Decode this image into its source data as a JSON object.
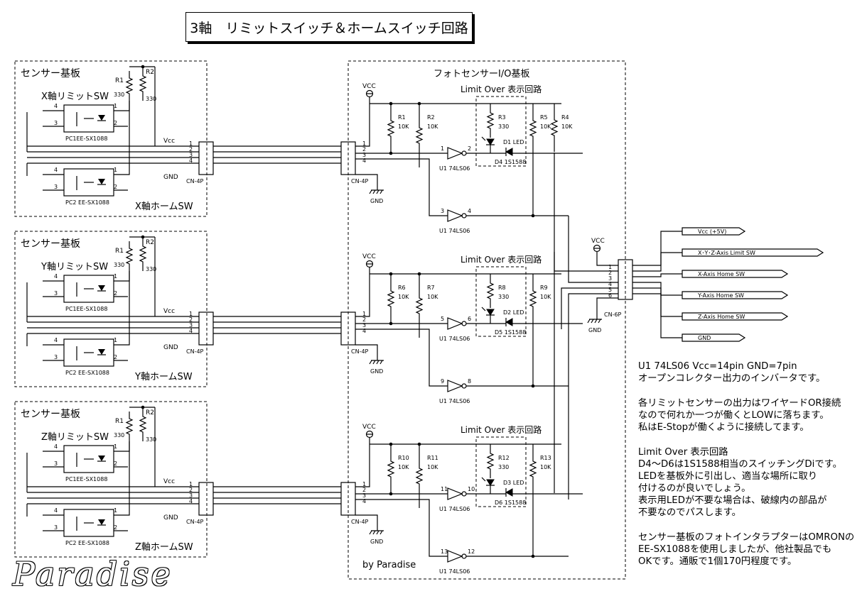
{
  "title": "3軸　リミットスイッチ＆ホームスイッチ回路",
  "sensor_board": {
    "label": "センサー基板",
    "r1": "R1",
    "r2": "R2",
    "r_value": "330",
    "part_pc1": "PC1EE-SX1088",
    "part_pc2": "PC2 EE-SX1088",
    "vcc": "Vcc",
    "gnd": "GND",
    "connector": "CN-4P",
    "pin1": "1",
    "pin2": "2",
    "pin3": "3",
    "pin4": "4",
    "axes": [
      {
        "limit_sw": "X軸リミットSW",
        "home_sw": "X軸ホームSW"
      },
      {
        "limit_sw": "Y軸リミットSW",
        "home_sw": "Y軸ホームSW"
      },
      {
        "limit_sw": "Z軸リミットSW",
        "home_sw": "Z軸ホームSW"
      }
    ]
  },
  "io_board": {
    "label": "フォトセンサーI/O基板",
    "vcc": "VCC",
    "gnd": "GND",
    "connector": "CN-4P",
    "limit_over_label": "Limit Over 表示回路",
    "resistor_value": "10K",
    "led_resistor_value": "330",
    "chip": "74LS06",
    "credit": "by Paradise",
    "sections": [
      {
        "r_a": "R1",
        "r_b": "R2",
        "r_led": "R3",
        "r_c": "R5",
        "r_d": "R4",
        "led": "D1 LED",
        "diode": "D4 1S1588",
        "u_top": "U1",
        "in_top": "1",
        "out_top": "2",
        "u_bot": "U1",
        "in_bot": "3",
        "out_bot": "4"
      },
      {
        "r_a": "R6",
        "r_b": "R7",
        "r_led": "R8",
        "r_c": "R9",
        "r_d": "",
        "led": "D2 LED",
        "diode": "D5 1S1588",
        "u_top": "U1",
        "in_top": "5",
        "out_top": "6",
        "u_bot": "U1",
        "in_bot": "9",
        "out_bot": "8"
      },
      {
        "r_a": "R10",
        "r_b": "R11",
        "r_led": "R12",
        "r_c": "R13",
        "r_d": "",
        "led": "D3 LED",
        "diode": "D6 1S1588",
        "u_top": "U1",
        "in_top": "11",
        "out_top": "10",
        "u_bot": "U1",
        "in_bot": "13",
        "out_bot": "12"
      }
    ]
  },
  "output": {
    "vcc": "VCC",
    "gnd": "GND",
    "connector": "CN-6P",
    "pins": [
      "1",
      "2",
      "3",
      "4",
      "5",
      "6"
    ],
    "signals": [
      "Vcc (+5V)",
      "X･Y･Z-Axis Limit SW",
      "X-Axis Home SW",
      "Y-Axis Home SW",
      "Z-Axis Home SW",
      "GND"
    ]
  },
  "notes": {
    "p1": [
      "U1  74LS06   Vcc=14pin GND=7pin",
      "オープンコレクター出力のインバータです。"
    ],
    "p2": [
      "各リミットセンサーの出力はワイヤードOR接続",
      "なので何れか一つが働くとLOWに落ちます。",
      "私はE-Stopが働くように接続してます。"
    ],
    "p3": [
      "Limit Over 表示回路",
      "D4～D6は1S1588相当のスイッチングDiです。",
      "LEDを基板外に引出し、適当な場所に取り",
      "付けるのが良いでしょう。",
      "表示用LEDが不要な場合は、破線内の部品が",
      "不要なのでパスします。"
    ],
    "p4": [
      "センサー基板のフォトインタラプターはOMRONの",
      "EE-SX1088を使用しましたが、他社製品でも",
      "OKです。通販で1個170円程度です。"
    ]
  },
  "logo": "Paradise"
}
